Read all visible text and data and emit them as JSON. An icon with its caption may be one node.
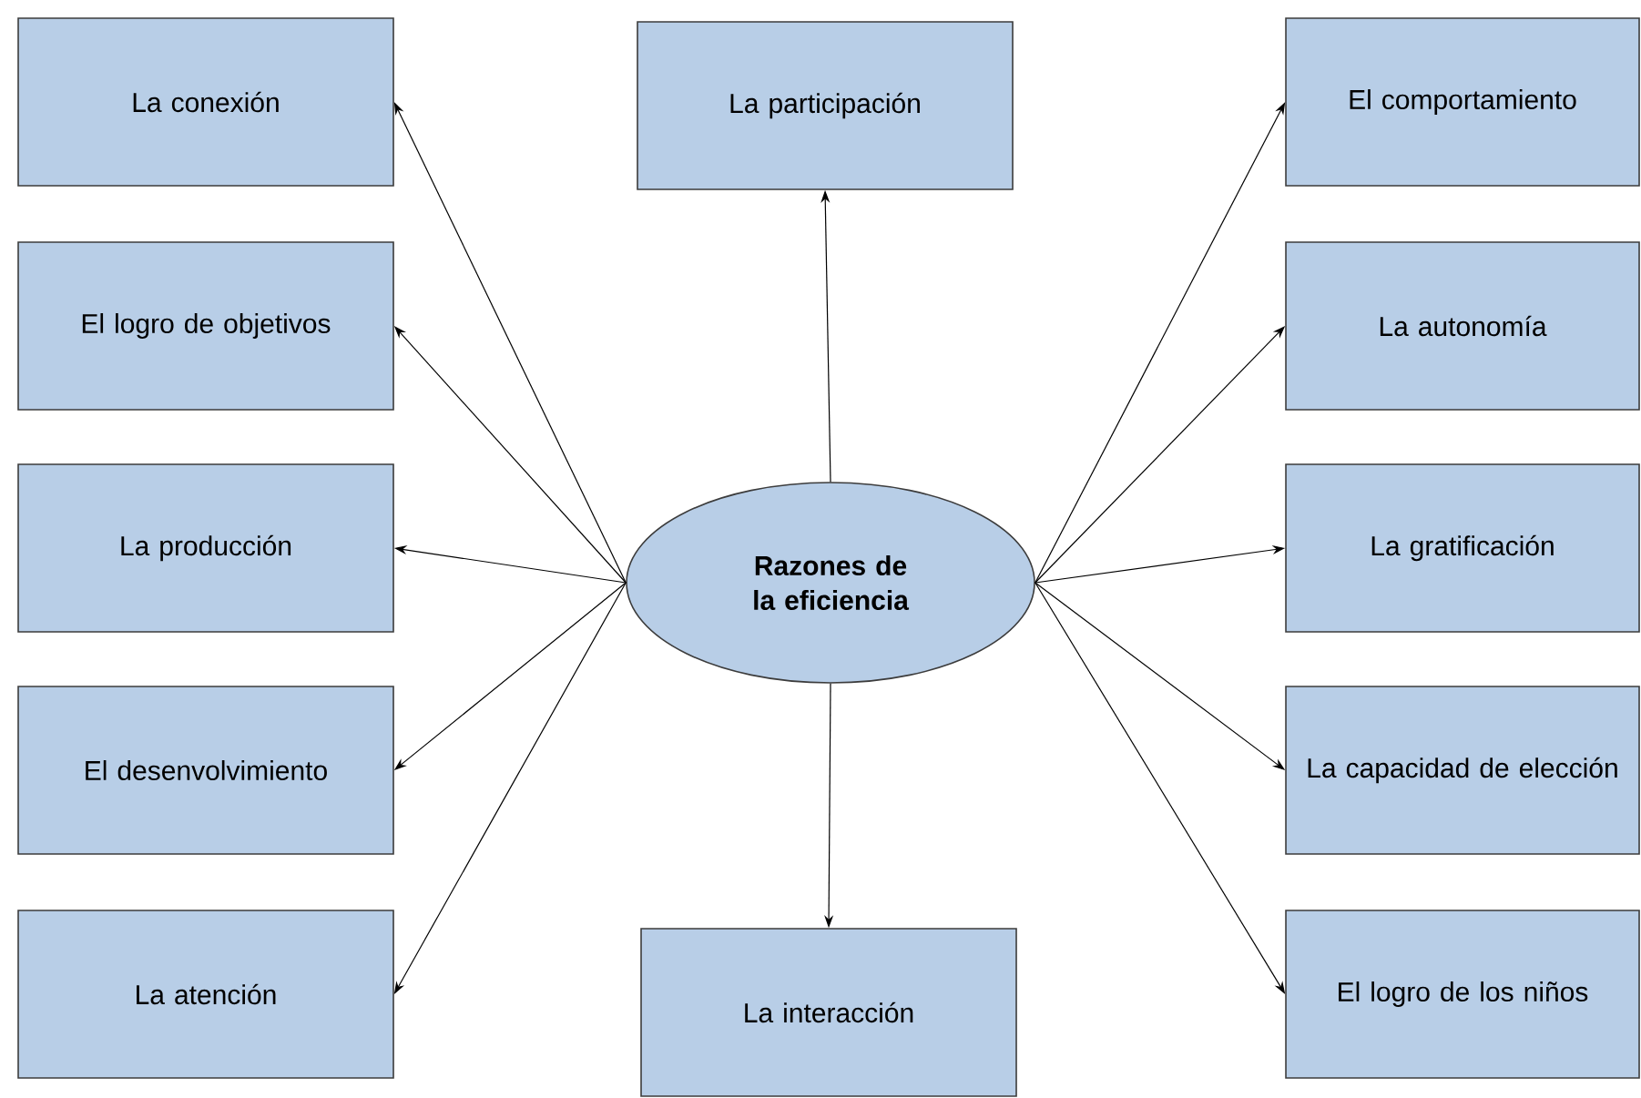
{
  "diagram": {
    "nodes": [
      {
        "text": [
          "La conexión"
        ]
      },
      {
        "text": [
          "La participación"
        ]
      },
      {
        "text": [
          "El comportamiento"
        ]
      },
      {
        "text": [
          "El logro de objetivos"
        ]
      },
      {
        "text": [
          "La autonomía"
        ]
      },
      {
        "text": [
          "La producción"
        ]
      },
      {
        "text": [
          "Razones de la eficiencia"
        ]
      },
      {
        "text": [
          "La gratificación"
        ]
      },
      {
        "text": [
          "El desenvolvimiento"
        ]
      },
      {
        "text": [
          "La capacidad de elección"
        ]
      },
      {
        "text": [
          "La atención"
        ]
      },
      {
        "text": [
          "La interacción"
        ]
      },
      {
        "text": [
          "El logro de los niños"
        ]
      }
    ],
    "edges": [
      {
        "from": 6,
        "to": 0,
        "arrow": "to"
      },
      {
        "from": 6,
        "to": 1,
        "arrow": "to"
      },
      {
        "from": 6,
        "to": 2,
        "arrow": "to"
      },
      {
        "from": 6,
        "to": 3,
        "arrow": "to"
      },
      {
        "from": 6,
        "to": 4,
        "arrow": "to"
      },
      {
        "from": 6,
        "to": 5,
        "arrow": "to"
      },
      {
        "from": 6,
        "to": 7,
        "arrow": "to"
      },
      {
        "from": 6,
        "to": 8,
        "arrow": "to"
      },
      {
        "from": 6,
        "to": 9,
        "arrow": "to"
      },
      {
        "from": 6,
        "to": 10,
        "arrow": "to"
      },
      {
        "from": 6,
        "to": 11,
        "arrow": "to"
      },
      {
        "from": 6,
        "to": 12,
        "arrow": "to"
      }
    ]
  }
}
